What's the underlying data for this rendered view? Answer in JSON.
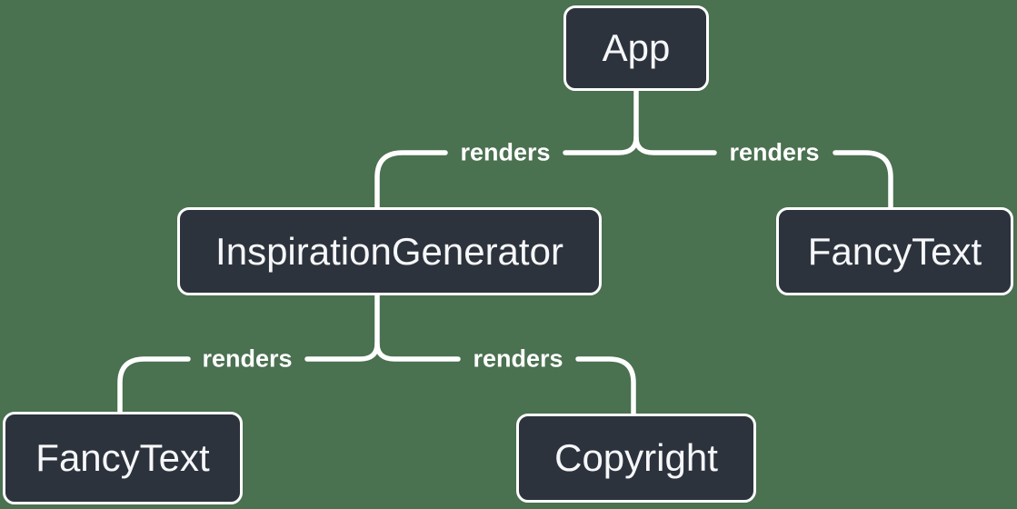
{
  "diagram": {
    "colors": {
      "background": "#4A7150",
      "node_fill": "#2D333D",
      "line": "#FFFFFF",
      "text": "#F6F7F9"
    },
    "nodes": [
      {
        "id": "app",
        "label": "App"
      },
      {
        "id": "inspiration-generator",
        "label": "InspirationGenerator"
      },
      {
        "id": "fancy-text-top",
        "label": "FancyText"
      },
      {
        "id": "fancy-text-bottom",
        "label": "FancyText"
      },
      {
        "id": "copyright",
        "label": "Copyright"
      }
    ],
    "edges": [
      {
        "from": "App",
        "to": "InspirationGenerator",
        "label": "renders"
      },
      {
        "from": "App",
        "to": "FancyText",
        "label": "renders"
      },
      {
        "from": "InspirationGenerator",
        "to": "FancyText",
        "label": "renders"
      },
      {
        "from": "InspirationGenerator",
        "to": "Copyright",
        "label": "renders"
      }
    ]
  }
}
